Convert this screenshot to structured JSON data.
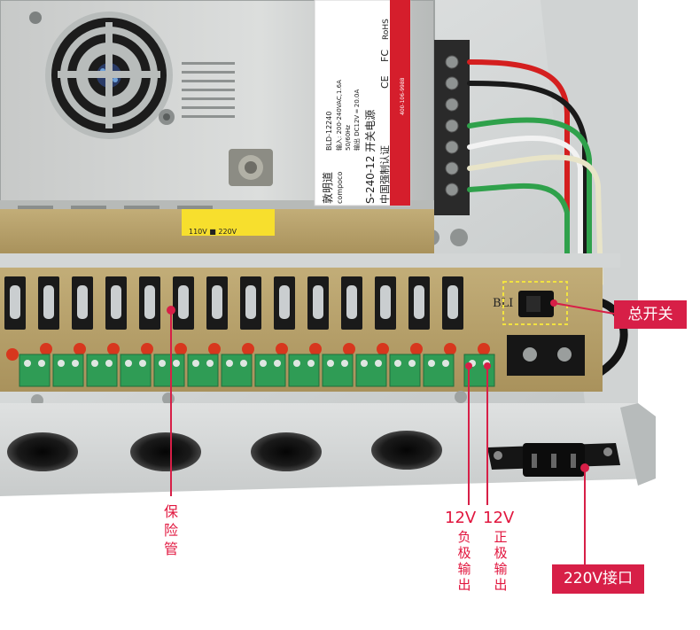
{
  "psu_label": {
    "brand_cn": "敦明道",
    "brand_en": "compoco",
    "certification": "中国强制认证",
    "model_series": "S-240-12  开关电源",
    "ce_mark": "CE",
    "fcc_mark": "FC",
    "rohs_mark": "RoHS",
    "model_line": "BLD-12240",
    "input_line": "输入: 200-240VAC,1.6A",
    "freq_line": "50/60Hz",
    "output_line": "输出 DC12V ═ 20.0A",
    "service_line": "400-106-9988"
  },
  "board_text": {
    "bli": "BLI",
    "input_switch_warning": "110V ■ 220V"
  },
  "callouts": {
    "main_switch": "总开关",
    "ac_port": "220V接口",
    "fuse": "保险管",
    "negative_voltage": "12V",
    "negative": "负极输出",
    "positive_voltage": "12V",
    "positive": "正极输出"
  },
  "colors": {
    "accent": "#d71f47",
    "label_text": "#e1163e",
    "terminal_green": "#2f9c55",
    "board_tan": "#bda66f"
  }
}
